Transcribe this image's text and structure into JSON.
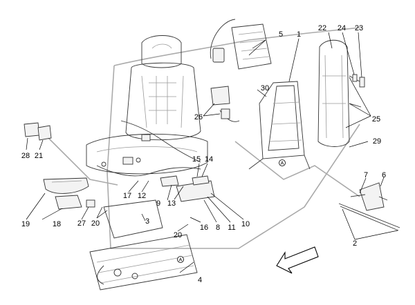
{
  "callouts": [
    {
      "id": "c1",
      "text": "1"
    },
    {
      "id": "c2",
      "text": "2"
    },
    {
      "id": "c3",
      "text": "3"
    },
    {
      "id": "c4",
      "text": "4"
    },
    {
      "id": "c5",
      "text": "5"
    },
    {
      "id": "c6",
      "text": "6"
    },
    {
      "id": "c7",
      "text": "7"
    },
    {
      "id": "c8",
      "text": "8"
    },
    {
      "id": "c9",
      "text": "9"
    },
    {
      "id": "c10",
      "text": "10"
    },
    {
      "id": "c11",
      "text": "11"
    },
    {
      "id": "c12",
      "text": "12"
    },
    {
      "id": "c13",
      "text": "13"
    },
    {
      "id": "c14",
      "text": "14"
    },
    {
      "id": "c15",
      "text": "15"
    },
    {
      "id": "c16",
      "text": "16"
    },
    {
      "id": "c17",
      "text": "17"
    },
    {
      "id": "c18",
      "text": "18"
    },
    {
      "id": "c19",
      "text": "19"
    },
    {
      "id": "c20a",
      "text": "20"
    },
    {
      "id": "c20b",
      "text": "20"
    },
    {
      "id": "c21",
      "text": "21"
    },
    {
      "id": "c22",
      "text": "22"
    },
    {
      "id": "c23",
      "text": "23"
    },
    {
      "id": "c24",
      "text": "24"
    },
    {
      "id": "c25",
      "text": "25"
    },
    {
      "id": "c26",
      "text": "26"
    },
    {
      "id": "c27",
      "text": "27"
    },
    {
      "id": "c28",
      "text": "28"
    },
    {
      "id": "c29",
      "text": "29"
    },
    {
      "id": "c30",
      "text": "30"
    }
  ],
  "reference_markers": [
    {
      "id": "ref-a-frame",
      "text": "A"
    },
    {
      "id": "ref-a-rails",
      "text": "A"
    }
  ],
  "colors": {
    "line": "#333333",
    "leader": "#000000",
    "group_outline": "#aaaaaa",
    "background": "#ffffff"
  },
  "icons": {
    "direction": "front-direction-arrow"
  }
}
